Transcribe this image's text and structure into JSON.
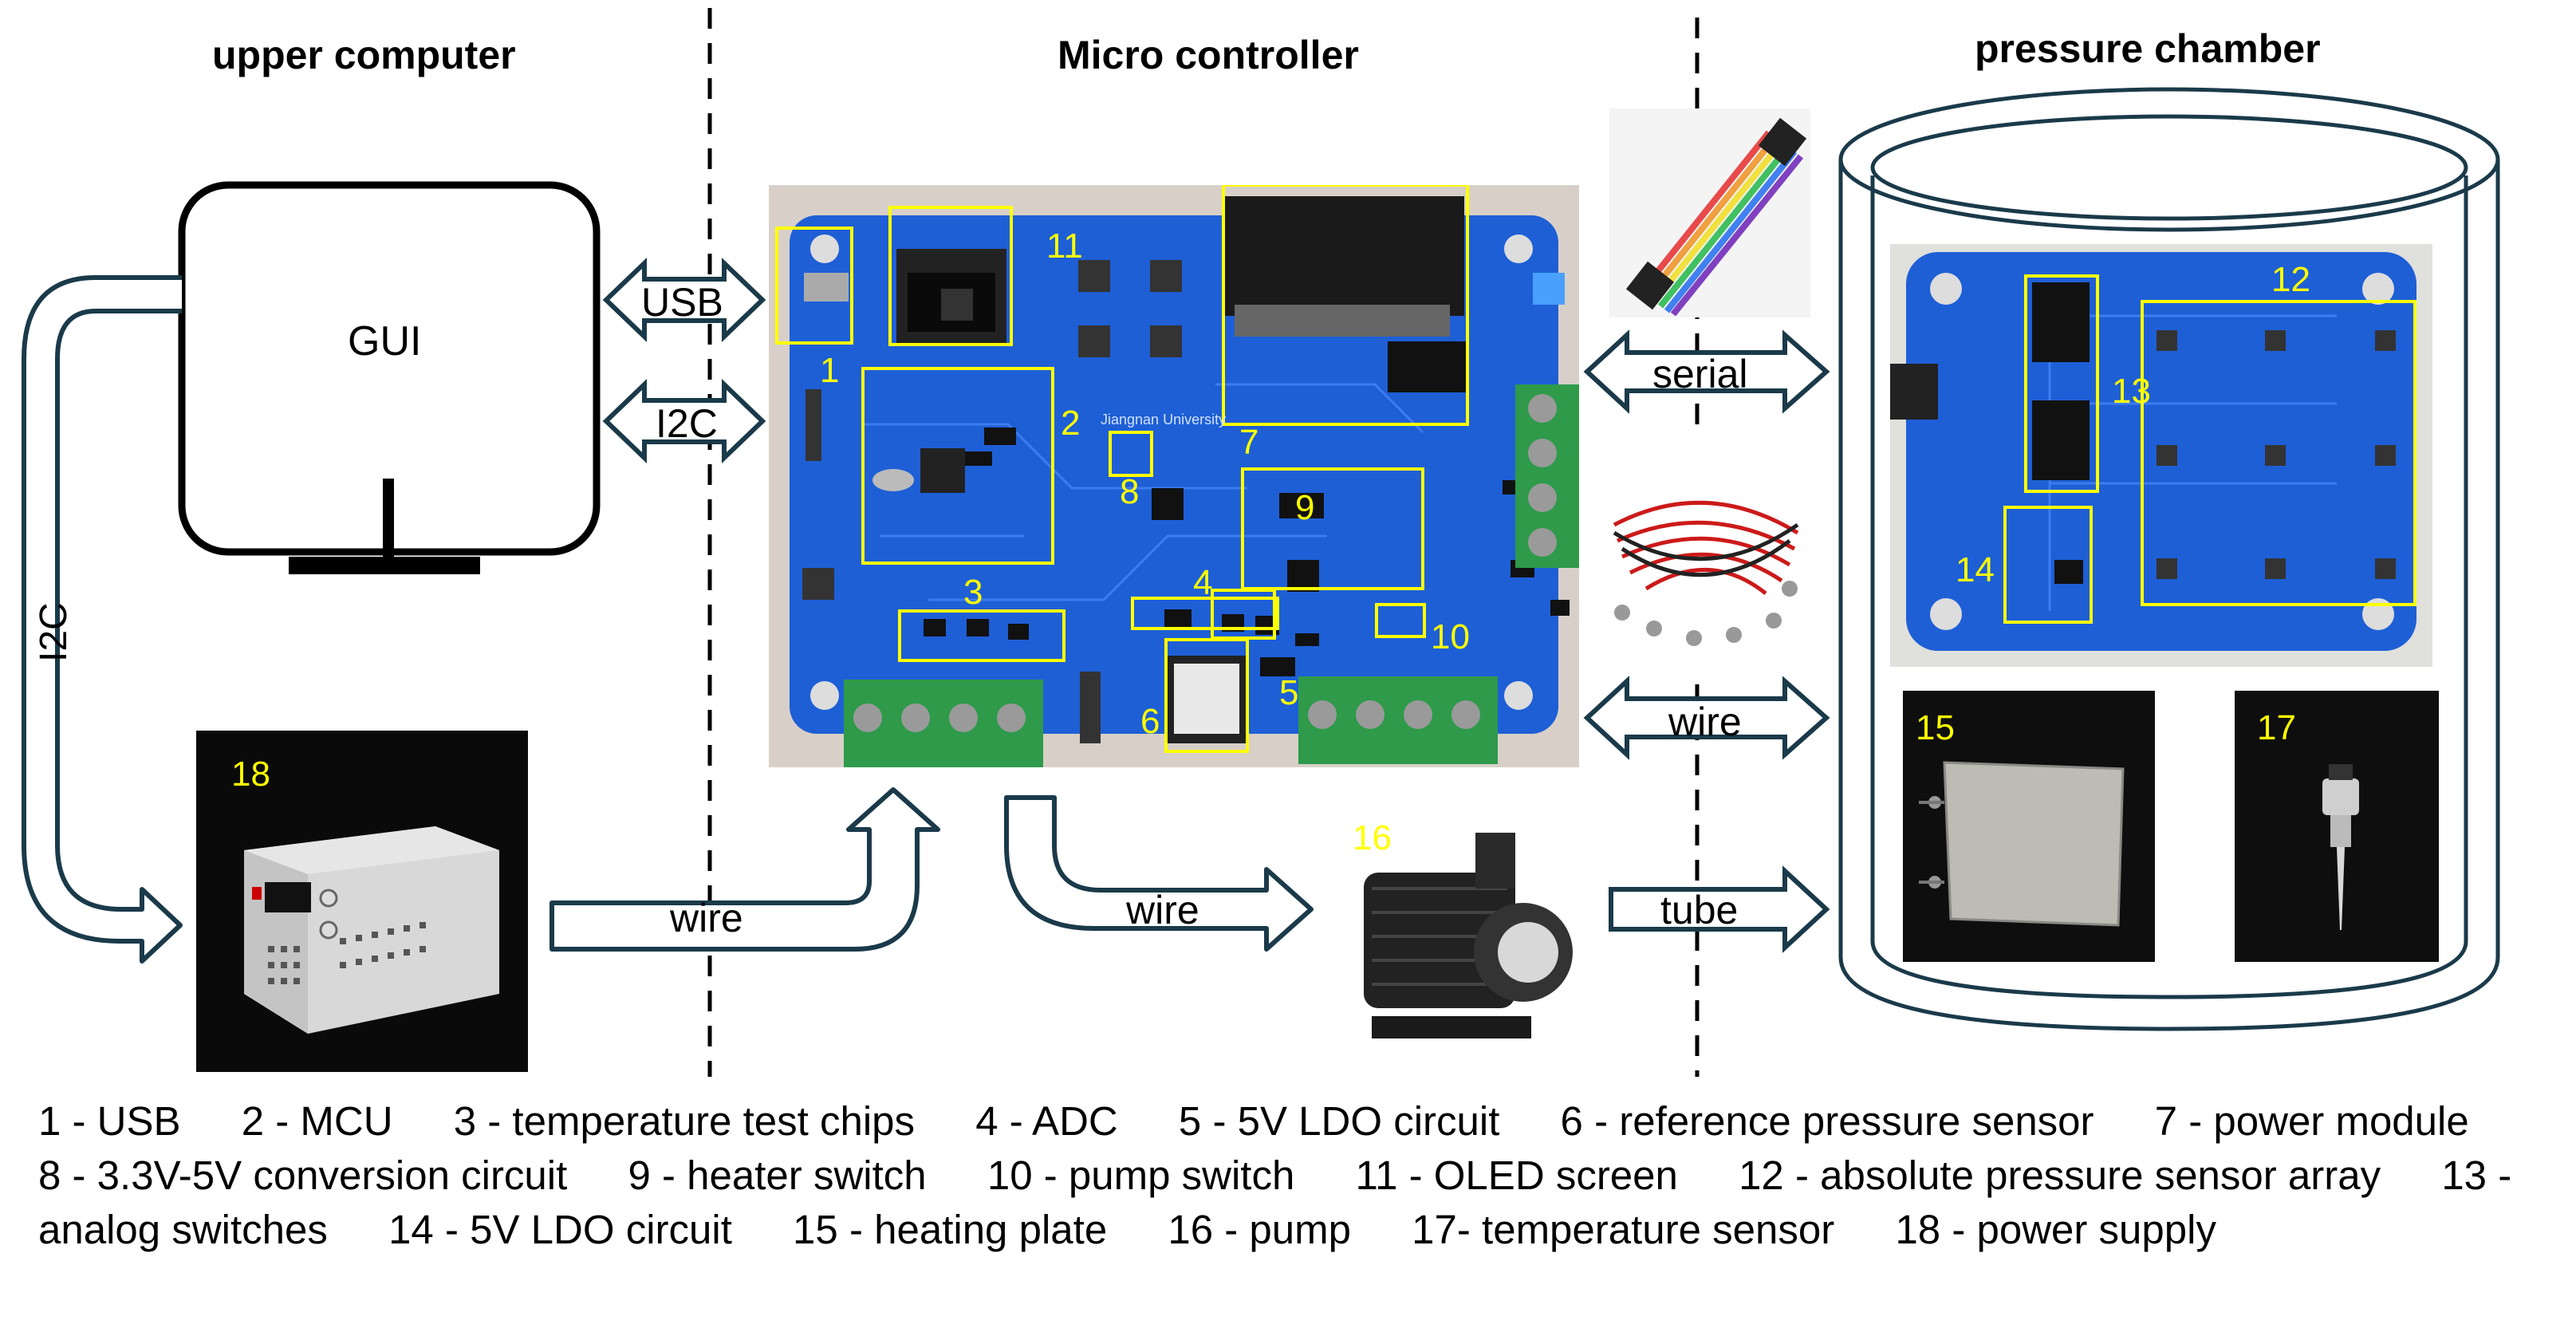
{
  "sections": {
    "upper": "upper computer",
    "micro": "Micro controller",
    "chamber": "pressure chamber"
  },
  "labels": {
    "gui": "GUI",
    "usb": "USB",
    "i2c_top": "I2C",
    "i2c_side": "I2C",
    "serial": "serial",
    "wire_mid": "wire",
    "wire_left": "wire",
    "wire_pump": "wire",
    "tube": "tube",
    "board_text": "Jiangnan University"
  },
  "numbers": {
    "n1": "1",
    "n2": "2",
    "n3": "3",
    "n4": "4",
    "n5": "5",
    "n6": "6",
    "n7": "7",
    "n8": "8",
    "n9": "9",
    "n10": "10",
    "n11": "11",
    "n12": "12",
    "n13": "13",
    "n14": "14",
    "n15": "15",
    "n16": "16",
    "n17": "17",
    "n18": "18"
  },
  "legend": [
    "1 - USB",
    "2 - MCU",
    "3 - temperature test chips",
    "4 - ADC",
    "5 - 5V LDO circuit",
    "6 - reference pressure sensor",
    "7 - power module",
    "8 - 3.3V-5V conversion circuit",
    "9 - heater switch",
    "10 - pump switch",
    "11 - OLED screen",
    "12 - absolute pressure sensor array",
    "13 - analog switches",
    "14 - 5V LDO circuit",
    "15 - heating plate",
    "16 - pump",
    "17- temperature sensor",
    "18 - power supply"
  ],
  "colors": {
    "pcb": "#1e5fd6",
    "highlight": "#ffff00",
    "arrow_stroke": "#1a3a4a",
    "terminal": "#2e9a4a"
  }
}
